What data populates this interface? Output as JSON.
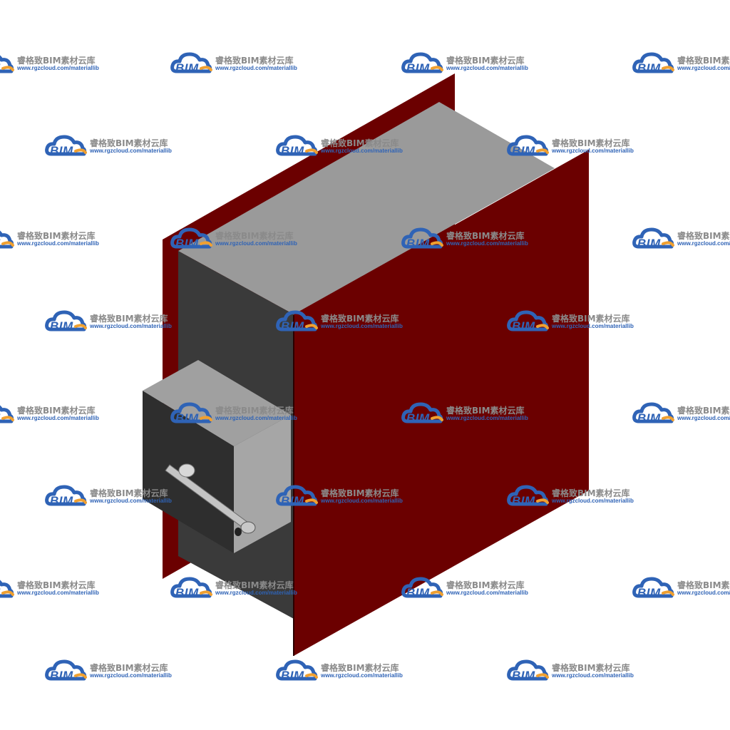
{
  "watermark": {
    "logo_text": "BIM",
    "title": "睿格致BIM素材云库",
    "url": "www.rgzcloud.com/materiallib"
  },
  "colors": {
    "flange_red": "#6b0000",
    "flange_red_edge": "#7a0505",
    "body_top": "#9a9a9a",
    "body_side": "#3a3a3a",
    "actuator_side": "#a6a6a6",
    "actuator_dark": "#2e2e2e",
    "logo_blue": "#2f63b6",
    "logo_orange": "#f0a030",
    "watermark_gray": "#8a8a8a"
  }
}
